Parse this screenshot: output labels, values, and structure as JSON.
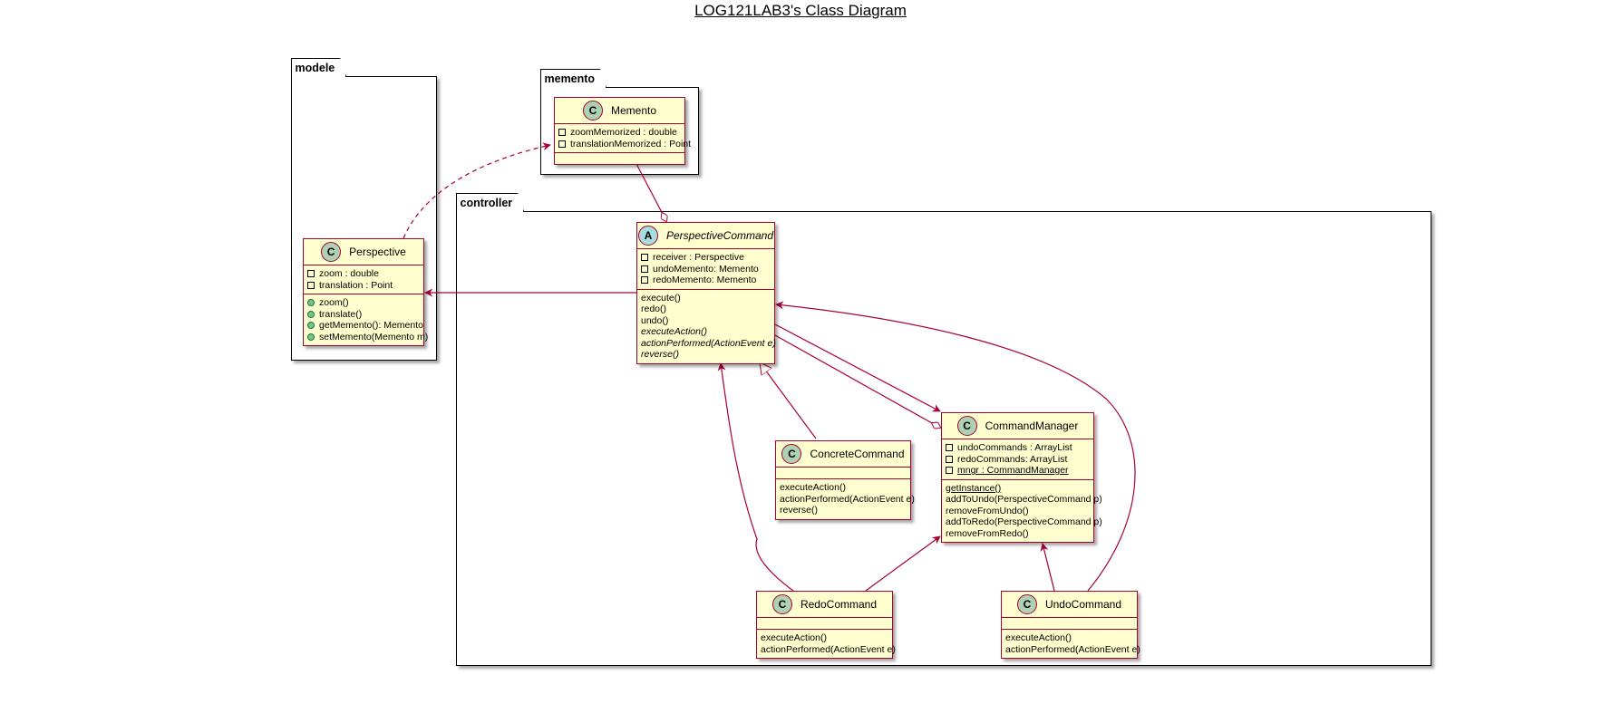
{
  "title": "LOG121LAB3's Class Diagram",
  "colors": {
    "class_border": "#a80036",
    "class_fill": "#fefece",
    "class_icon": "#add1b2",
    "abstract_icon": "#a9dcdf"
  },
  "packages": {
    "modele": "modele",
    "memento": "memento",
    "controller": "controller"
  },
  "classes": {
    "memento": {
      "stereotype": "C",
      "name": "Memento",
      "attributes": [
        "zoomMemorized : double",
        "translationMemorized : Point"
      ],
      "methods": []
    },
    "perspective": {
      "stereotype": "C",
      "name": "Perspective",
      "attributes": [
        "zoom : double",
        "translation : Point"
      ],
      "methods": [
        "zoom()",
        "translate()",
        "getMemento(): Memento",
        "setMemento(Memento m)"
      ]
    },
    "perspective_command": {
      "stereotype": "A",
      "name": "PerspectiveCommand",
      "attributes": [
        "receiver : Perspective",
        "undoMemento: Memento",
        "redoMemento: Memento"
      ],
      "methods": [
        "execute()",
        "redo()",
        "undo()",
        "executeAction()",
        "actionPerformed(ActionEvent e)",
        "reverse()"
      ]
    },
    "concrete_command": {
      "stereotype": "C",
      "name": "ConcreteCommand",
      "attributes": [],
      "methods": [
        "executeAction()",
        "actionPerformed(ActionEvent e)",
        "reverse()"
      ]
    },
    "command_manager": {
      "stereotype": "C",
      "name": "CommandManager",
      "attributes": [
        "undoCommands : ArrayList",
        "redoCommands: ArrayList",
        "mngr : CommandManager"
      ],
      "methods": [
        "getInstance()",
        "addToUndo(PerspectiveCommand p)",
        "removeFromUndo()",
        "addToRedo(PerspectiveCommand p)",
        "removeFromRedo()"
      ]
    },
    "redo_command": {
      "stereotype": "C",
      "name": "RedoCommand",
      "attributes": [],
      "methods": [
        "executeAction()",
        "actionPerformed(ActionEvent e)"
      ]
    },
    "undo_command": {
      "stereotype": "C",
      "name": "UndoCommand",
      "attributes": [],
      "methods": [
        "executeAction()",
        "actionPerformed(ActionEvent e)"
      ]
    }
  }
}
